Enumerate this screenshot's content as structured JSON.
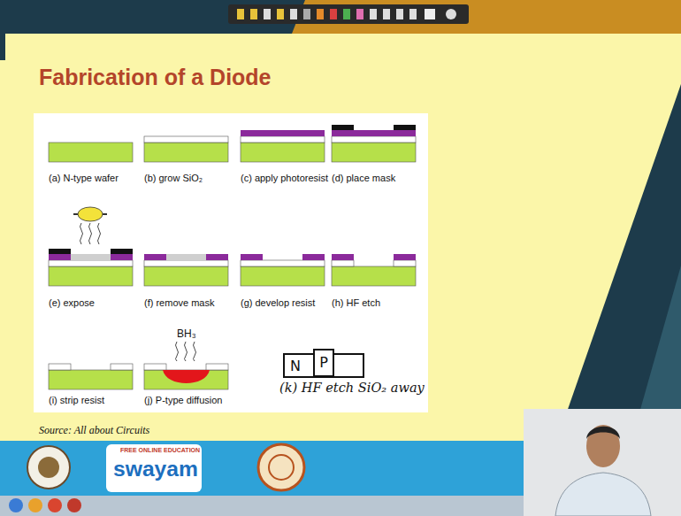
{
  "diagram": {
    "title": "Fabrication of a Diode",
    "nodes": [
      {
        "text": [
          "N"
        ]
      },
      {
        "text": [
          "P"
        ],
        "in": 0
      }
    ],
    "labels": [
      "(a) N-type wafer",
      "(b) grow SiO₂",
      "(c) apply photoresist",
      "(d) place mask",
      "(e) expose",
      "(f) remove mask",
      "(g) develop resist",
      "(h) HF etch",
      "(i) strip resist",
      "(j) P-type diffusion",
      "BH₃",
      "(k) HF etch SiO₂ away",
      "Source: All about Circuits",
      "FREE ONLINE EDUCATION",
      "swayam"
    ]
  }
}
